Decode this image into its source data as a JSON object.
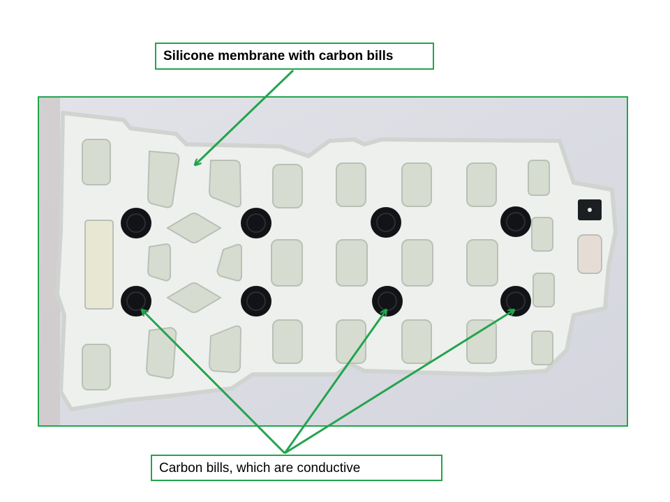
{
  "labels": {
    "top": "Silicone  membrane with carbon bills",
    "bottom": "Carbon bills, which are conductive"
  },
  "colors": {
    "accent": "#22a44d",
    "membrane": "#eef0ee",
    "key_pad": "#d8dfd2",
    "carbon_pill": "#111316",
    "background": "#dcdde3"
  },
  "figure": {
    "subject": "silicone rubber keypad membrane",
    "carbon_pill_count": 8,
    "arrows_to_pills": 3,
    "arrows_to_membrane": 1
  }
}
